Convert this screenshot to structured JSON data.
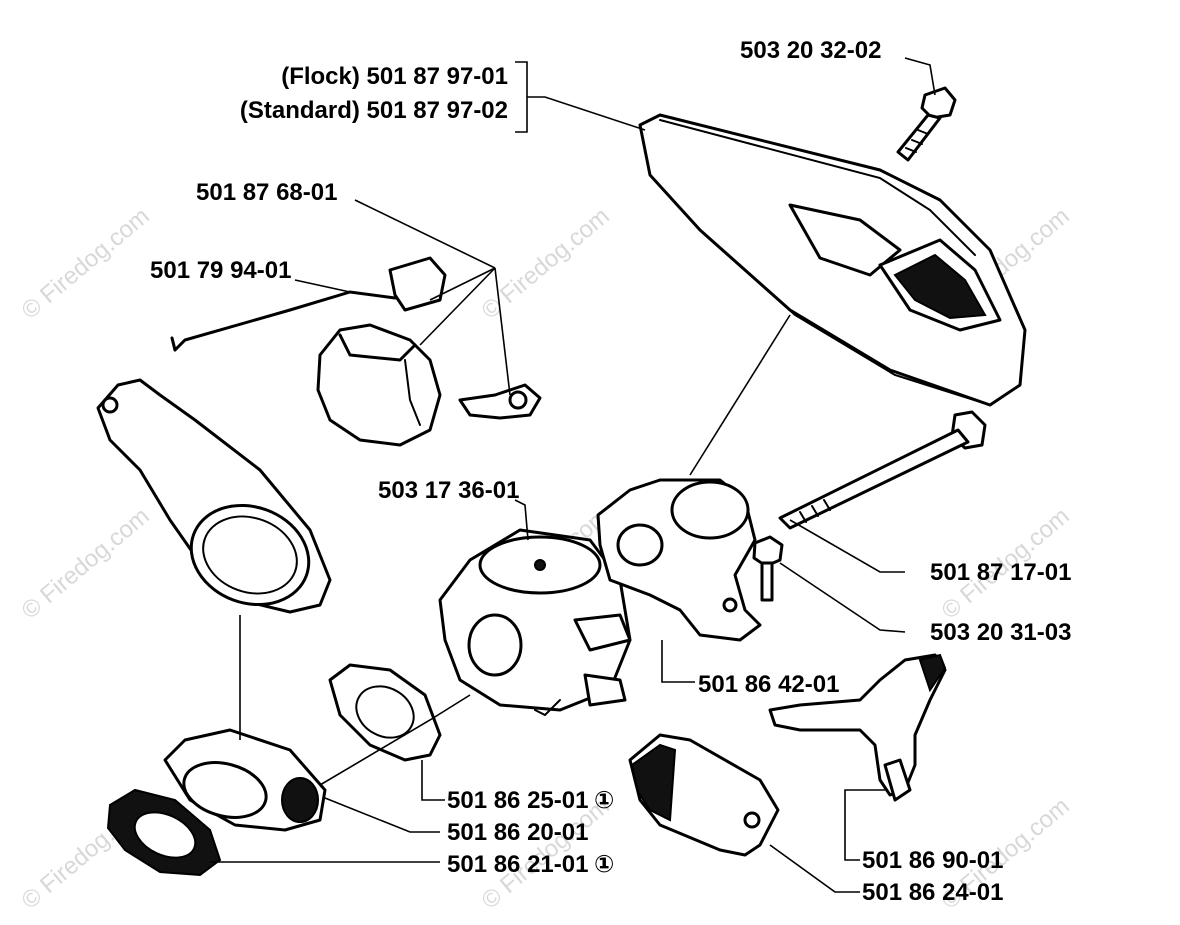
{
  "watermark": "© Firedog.com",
  "labels": {
    "cover_flock": "(Flock) 501 87 97-01",
    "cover_standard": "(Standard) 501 87 97-02",
    "cover_screw": "503 20 32-02",
    "switch": "501 87 68-01",
    "rod": "501 79 94-01",
    "carburetor": "503 17 36-01",
    "bolt": "501 87 17-01",
    "nut": "503 20 31-03",
    "flange": "501 86 42-01",
    "gasket_carb": "501 86 25-01",
    "intake": "501 86 20-01",
    "gasket_intake": "501 86 21-01",
    "lever": "501 86 90-01",
    "block": "501 86 24-01"
  },
  "note_mark": "①"
}
